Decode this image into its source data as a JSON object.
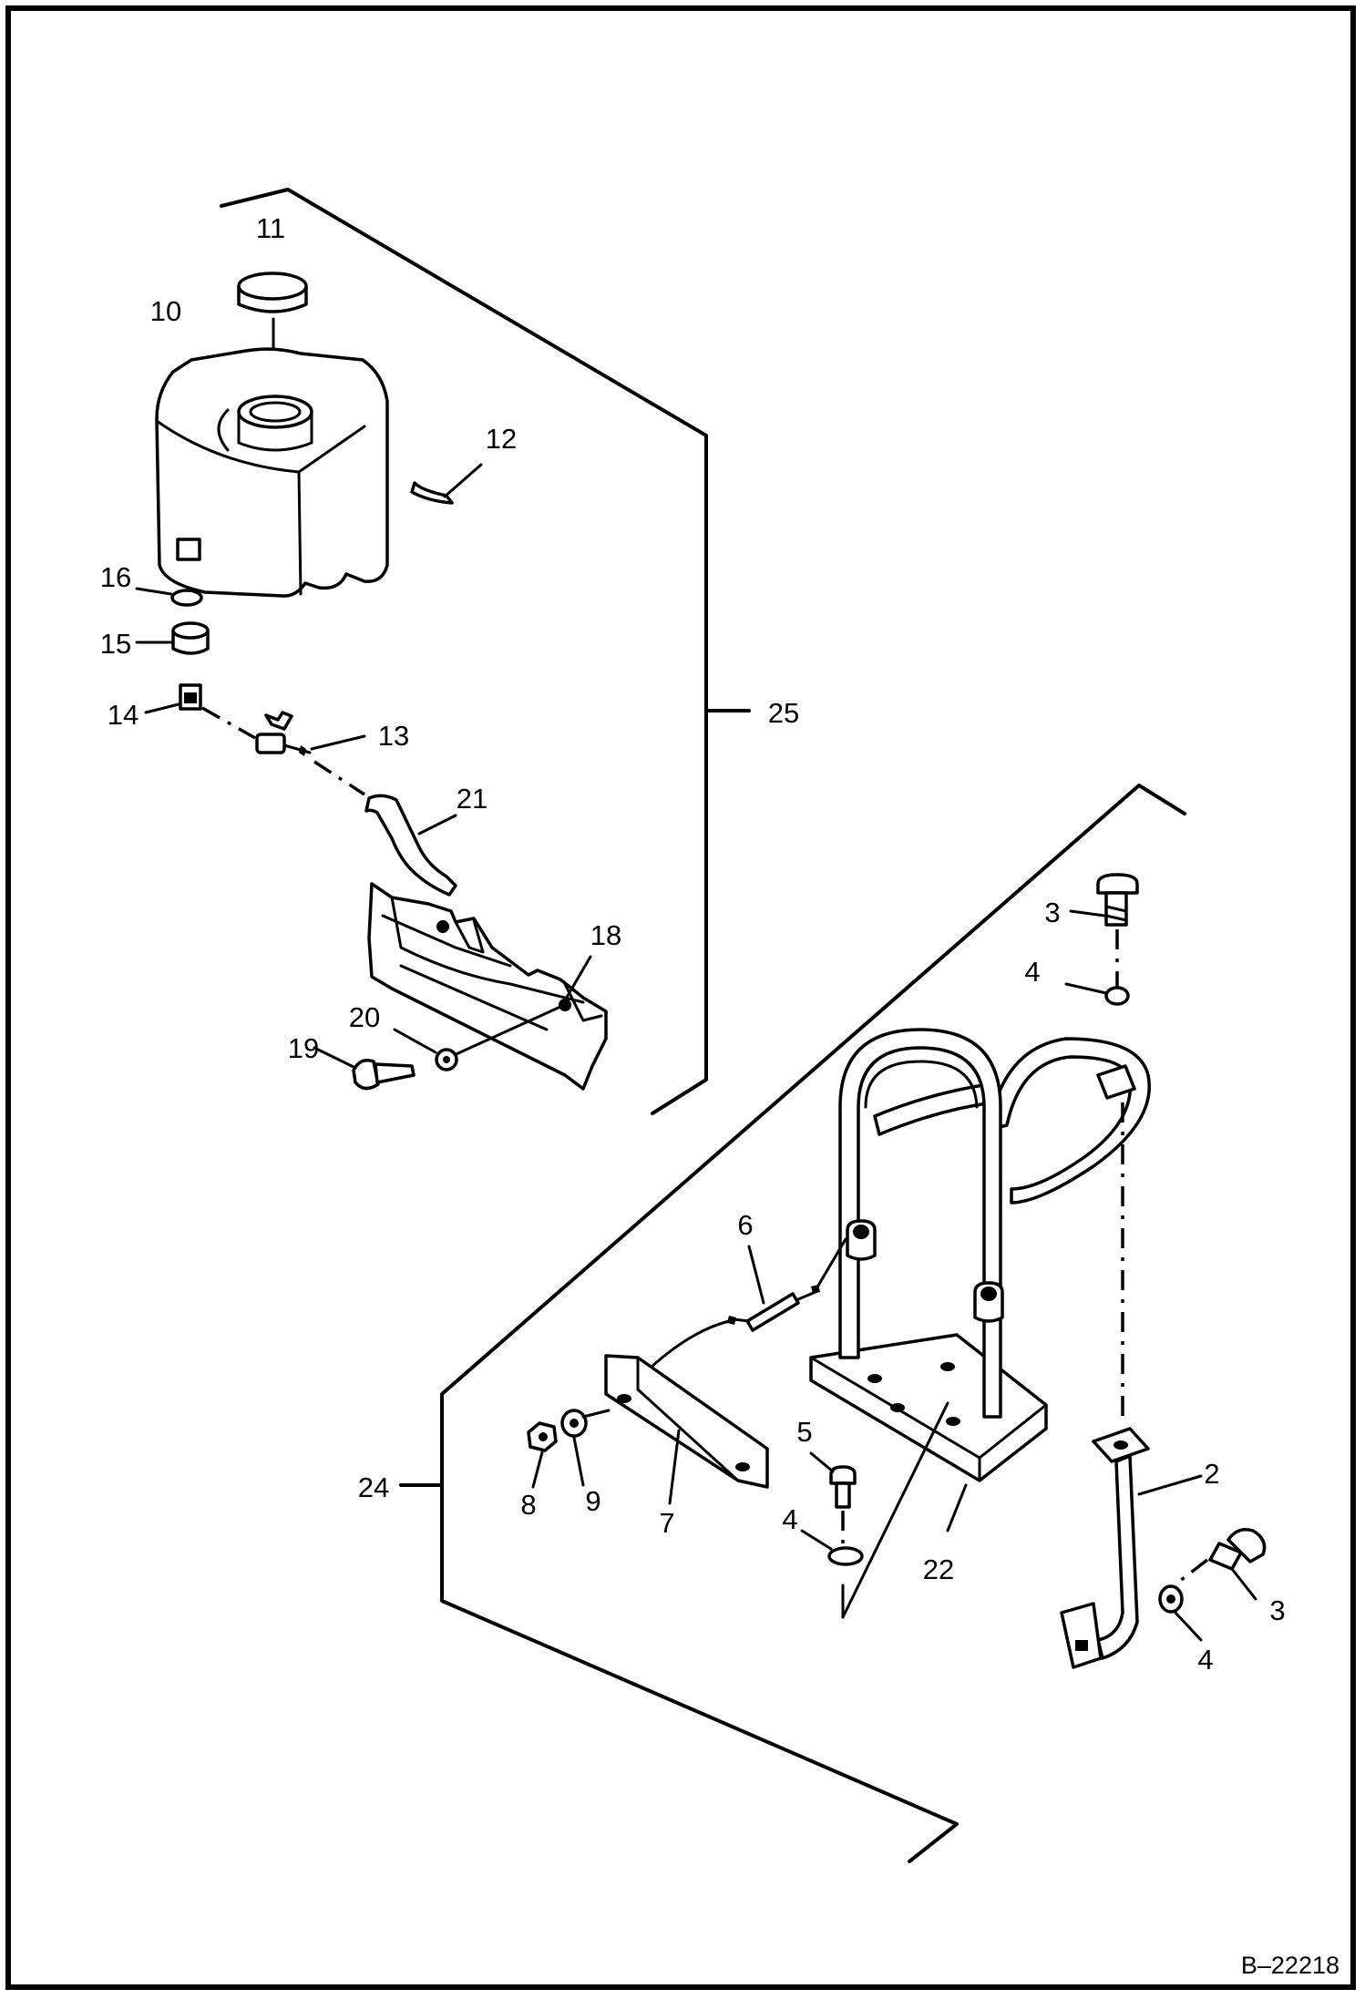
{
  "drawing_number": "B–22218",
  "callouts": {
    "c2": "2",
    "c3a": "3",
    "c3b": "3",
    "c4a": "4",
    "c4b": "4",
    "c4c": "4",
    "c5": "5",
    "c6": "6",
    "c7": "7",
    "c8": "8",
    "c9": "9",
    "c10": "10",
    "c11": "11",
    "c12": "12",
    "c13": "13",
    "c14": "14",
    "c15": "15",
    "c16": "16",
    "c18": "18",
    "c19": "19",
    "c20": "20",
    "c21": "21",
    "c22": "22",
    "c24": "24",
    "c25": "25"
  }
}
